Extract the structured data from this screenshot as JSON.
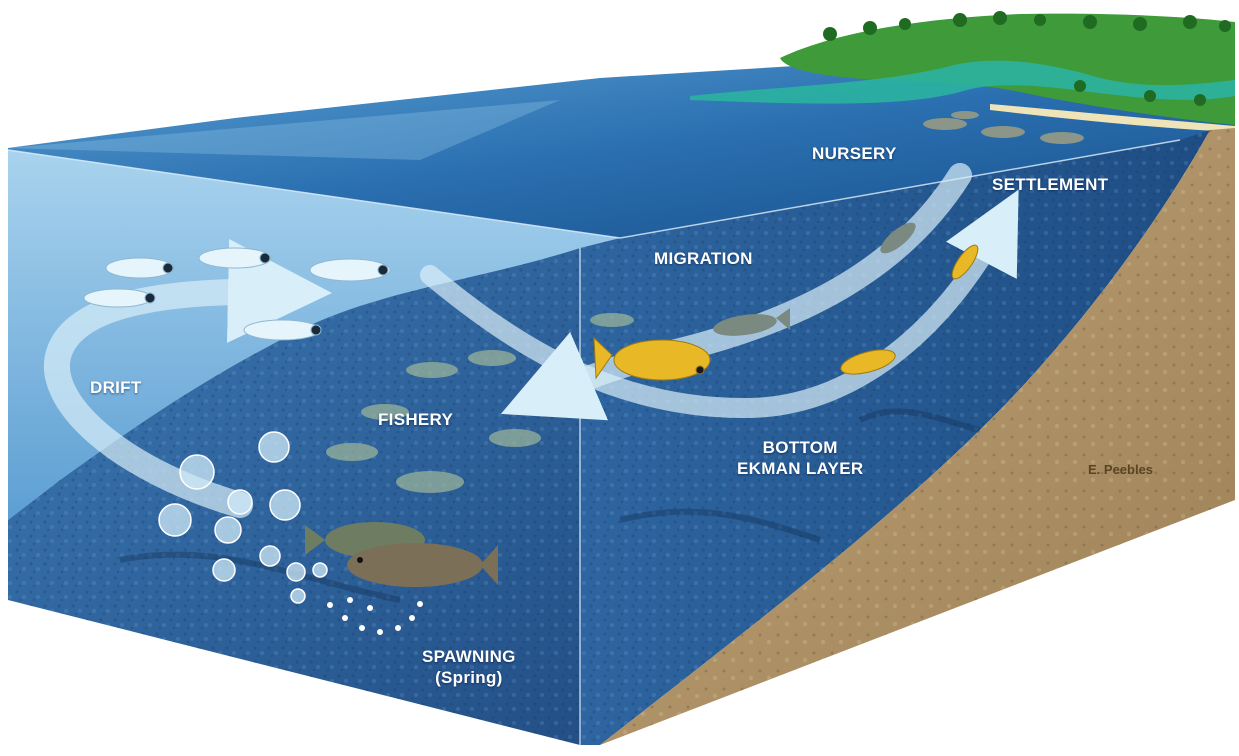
{
  "labels": {
    "nursery": "NURSERY",
    "settlement": "SETTLEMENT",
    "migration": "MIGRATION",
    "drift": "DRIFT",
    "fishery": "FISHERY",
    "bottom_ekman_line1": "BOTTOM",
    "bottom_ekman_line2": "EKMAN LAYER",
    "spawning_line1": "SPAWNING",
    "spawning_line2": "(Spring)",
    "credit": "E. Peebles"
  },
  "colors": {
    "surface_far": "#2a6fb0",
    "surface_near": "#16548e",
    "water_front": "#8fc3e6",
    "seafloor_blue": "#2f69a6",
    "sediment": "#b59a6c",
    "island_green": "#3f9a3a",
    "arrow_fill": "#d8eef8",
    "adult_fish": "#6b7a6a",
    "juvenile_fish": "#e8b826"
  }
}
